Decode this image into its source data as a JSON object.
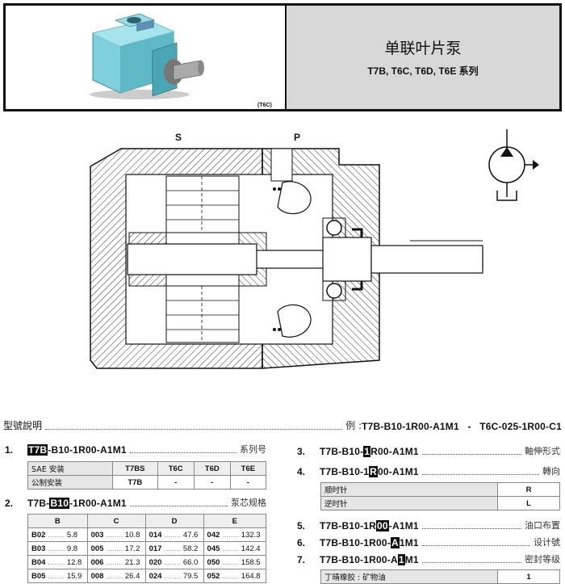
{
  "header": {
    "title": "单联叶片泵",
    "subtitle": "T7B, T6C, T6D, T6E 系列",
    "pump_tag": "(T6C)"
  },
  "diagram": {
    "label_s": "S",
    "label_p": "P"
  },
  "model": {
    "heading": "型號說明",
    "example_prefix": "例 : ",
    "example_code": "T7B-B10-1R00-A1M1   -   T6C-025-1R00-C1"
  },
  "items": [
    {
      "num": "1.",
      "pre": "",
      "hl": "T7B",
      "post": "-B10-1R00-A1M1",
      "label": "系列号"
    },
    {
      "num": "2.",
      "pre": "T7B-",
      "hl": "B10",
      "post": "-1R00-A1M1",
      "label": "泵芯规格"
    },
    {
      "num": "3.",
      "pre": "T7B-B10-",
      "hl": "1",
      "post": "R00-A1M1",
      "label": "軸伸形式"
    },
    {
      "num": "4.",
      "pre": "T7B-B10-1",
      "hl": "R",
      "post": "00-A1M1",
      "label": "轉向"
    },
    {
      "num": "5.",
      "pre": "T7B-B10-1R",
      "hl": "00",
      "post": "-A1M1",
      "label": "油口布置"
    },
    {
      "num": "6.",
      "pre": "T7B-B10-1R00-",
      "hl": "A",
      "post": "1M1",
      "label": "设计號"
    },
    {
      "num": "7.",
      "pre": "T7B-B10-1R00-A",
      "hl": "1",
      "post": "M1",
      "label": "密封等级"
    }
  ],
  "series_table": {
    "headers": [
      "",
      "T7BS",
      "T6C",
      "T6D",
      "T6E"
    ],
    "rows": [
      [
        "SAE 安装",
        "",
        "",
        "",
        ""
      ],
      [
        "公制安装",
        "T7B",
        "-",
        "-",
        "-"
      ]
    ]
  },
  "rotation_table": {
    "rows": [
      [
        "顺时针",
        "R"
      ],
      [
        "逆时针",
        "L"
      ]
    ]
  },
  "seal_table": {
    "rows": [
      [
        "丁晴橡胶 : 矿物油",
        "1"
      ]
    ]
  },
  "cartridge_table": {
    "headers": [
      "B",
      "C",
      "D",
      "E"
    ],
    "rows": [
      [
        "B02",
        "5.8",
        "003",
        "10.8",
        "014",
        "47.6",
        "042",
        "132.3"
      ],
      [
        "B03",
        "9.8",
        "005",
        "17.2",
        "017",
        "58.2",
        "045",
        "142.4"
      ],
      [
        "B04",
        "12.8",
        "006",
        "21.3",
        "020",
        "66.0",
        "050",
        "158.5"
      ],
      [
        "B05",
        "15.9",
        "008",
        "26.4",
        "024",
        "79.5",
        "052",
        "164.8"
      ]
    ]
  },
  "colors": {
    "pump_body": "#7fd0dc",
    "header_bg": "#d8d8d8",
    "hatch": "#333333"
  }
}
